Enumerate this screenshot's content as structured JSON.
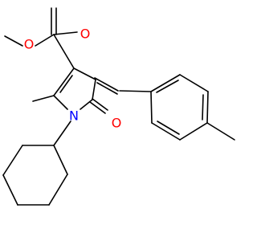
{
  "molecule": {
    "atoms": {
      "ester_o_single": "O",
      "ester_o_double": "O",
      "ring_n": "N",
      "lactam_o": "O"
    },
    "colors": {
      "bond": "#000000",
      "oxygen": "#ff0000",
      "nitrogen": "#0000ff"
    }
  }
}
